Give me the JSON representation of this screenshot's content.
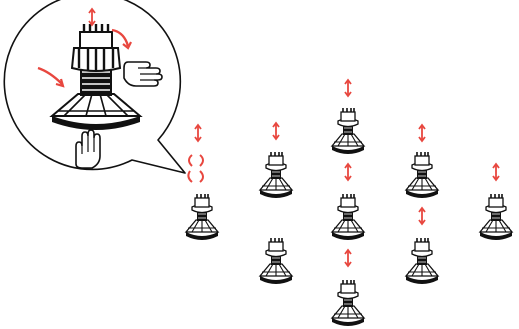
{
  "diagram": {
    "callout": {
      "parts": [
        "pedestal",
        "height-arrow",
        "rotate-arrow-right",
        "rotate-arrow-left",
        "hand-right",
        "hand-bottom"
      ]
    },
    "pedestals": [
      {
        "id": "p1",
        "arrows": [
          "updown",
          "rotate"
        ]
      },
      {
        "id": "p2",
        "arrows": [
          "updown"
        ]
      },
      {
        "id": "p3",
        "arrows": []
      },
      {
        "id": "p4",
        "arrows": [
          "updown"
        ]
      },
      {
        "id": "p5",
        "arrows": [
          "updown"
        ]
      },
      {
        "id": "p6",
        "arrows": [
          "updown"
        ]
      },
      {
        "id": "p7",
        "arrows": [
          "updown"
        ]
      },
      {
        "id": "p8",
        "arrows": [
          "updown"
        ]
      },
      {
        "id": "p9",
        "arrows": [
          "updown"
        ]
      }
    ],
    "colors": {
      "accent": "#e8473f",
      "ink": "#111111",
      "background": "#ffffff"
    }
  }
}
